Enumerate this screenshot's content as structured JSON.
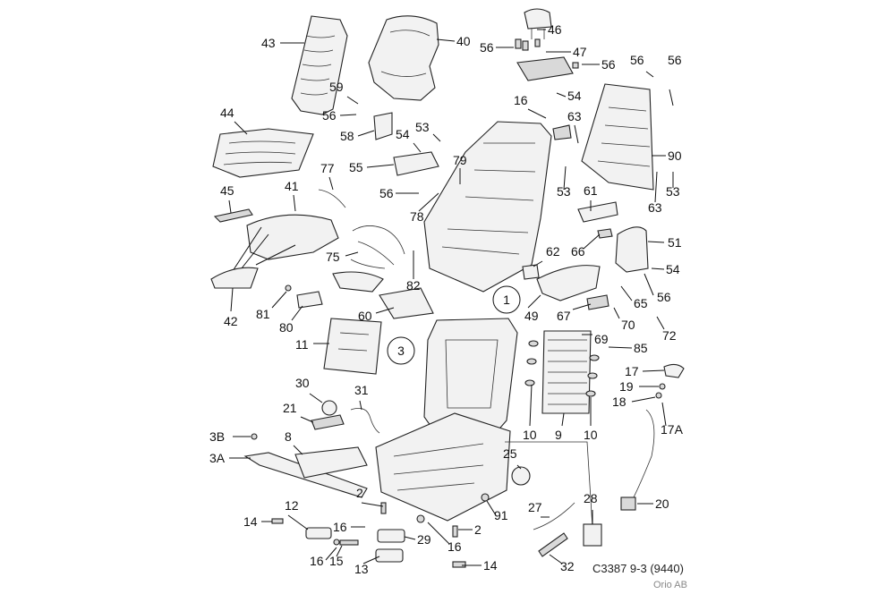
{
  "diagram": {
    "caption_code": "C3387 9-3 (9440)",
    "caption_source": "Orio AB",
    "callouts": [
      "1",
      "3"
    ],
    "labels": [
      "43",
      "40",
      "46",
      "56",
      "47",
      "56",
      "56",
      "59",
      "56",
      "58",
      "54",
      "53",
      "16",
      "54",
      "63",
      "44",
      "55",
      "79",
      "77",
      "56",
      "78",
      "45",
      "41",
      "61",
      "90",
      "53",
      "63",
      "56",
      "53",
      "66",
      "51",
      "75",
      "62",
      "82",
      "54",
      "65",
      "56",
      "1",
      "49",
      "67",
      "70",
      "72",
      "42",
      "81",
      "80",
      "60",
      "11",
      "3",
      "69",
      "85",
      "17",
      "19",
      "18",
      "30",
      "31",
      "21",
      "10",
      "9",
      "10",
      "17A",
      "3B",
      "8",
      "25",
      "3A",
      "2",
      "28",
      "20",
      "91",
      "12",
      "14",
      "16",
      "29",
      "27",
      "16",
      "15",
      "13",
      "2",
      "16",
      "14",
      "32"
    ]
  }
}
